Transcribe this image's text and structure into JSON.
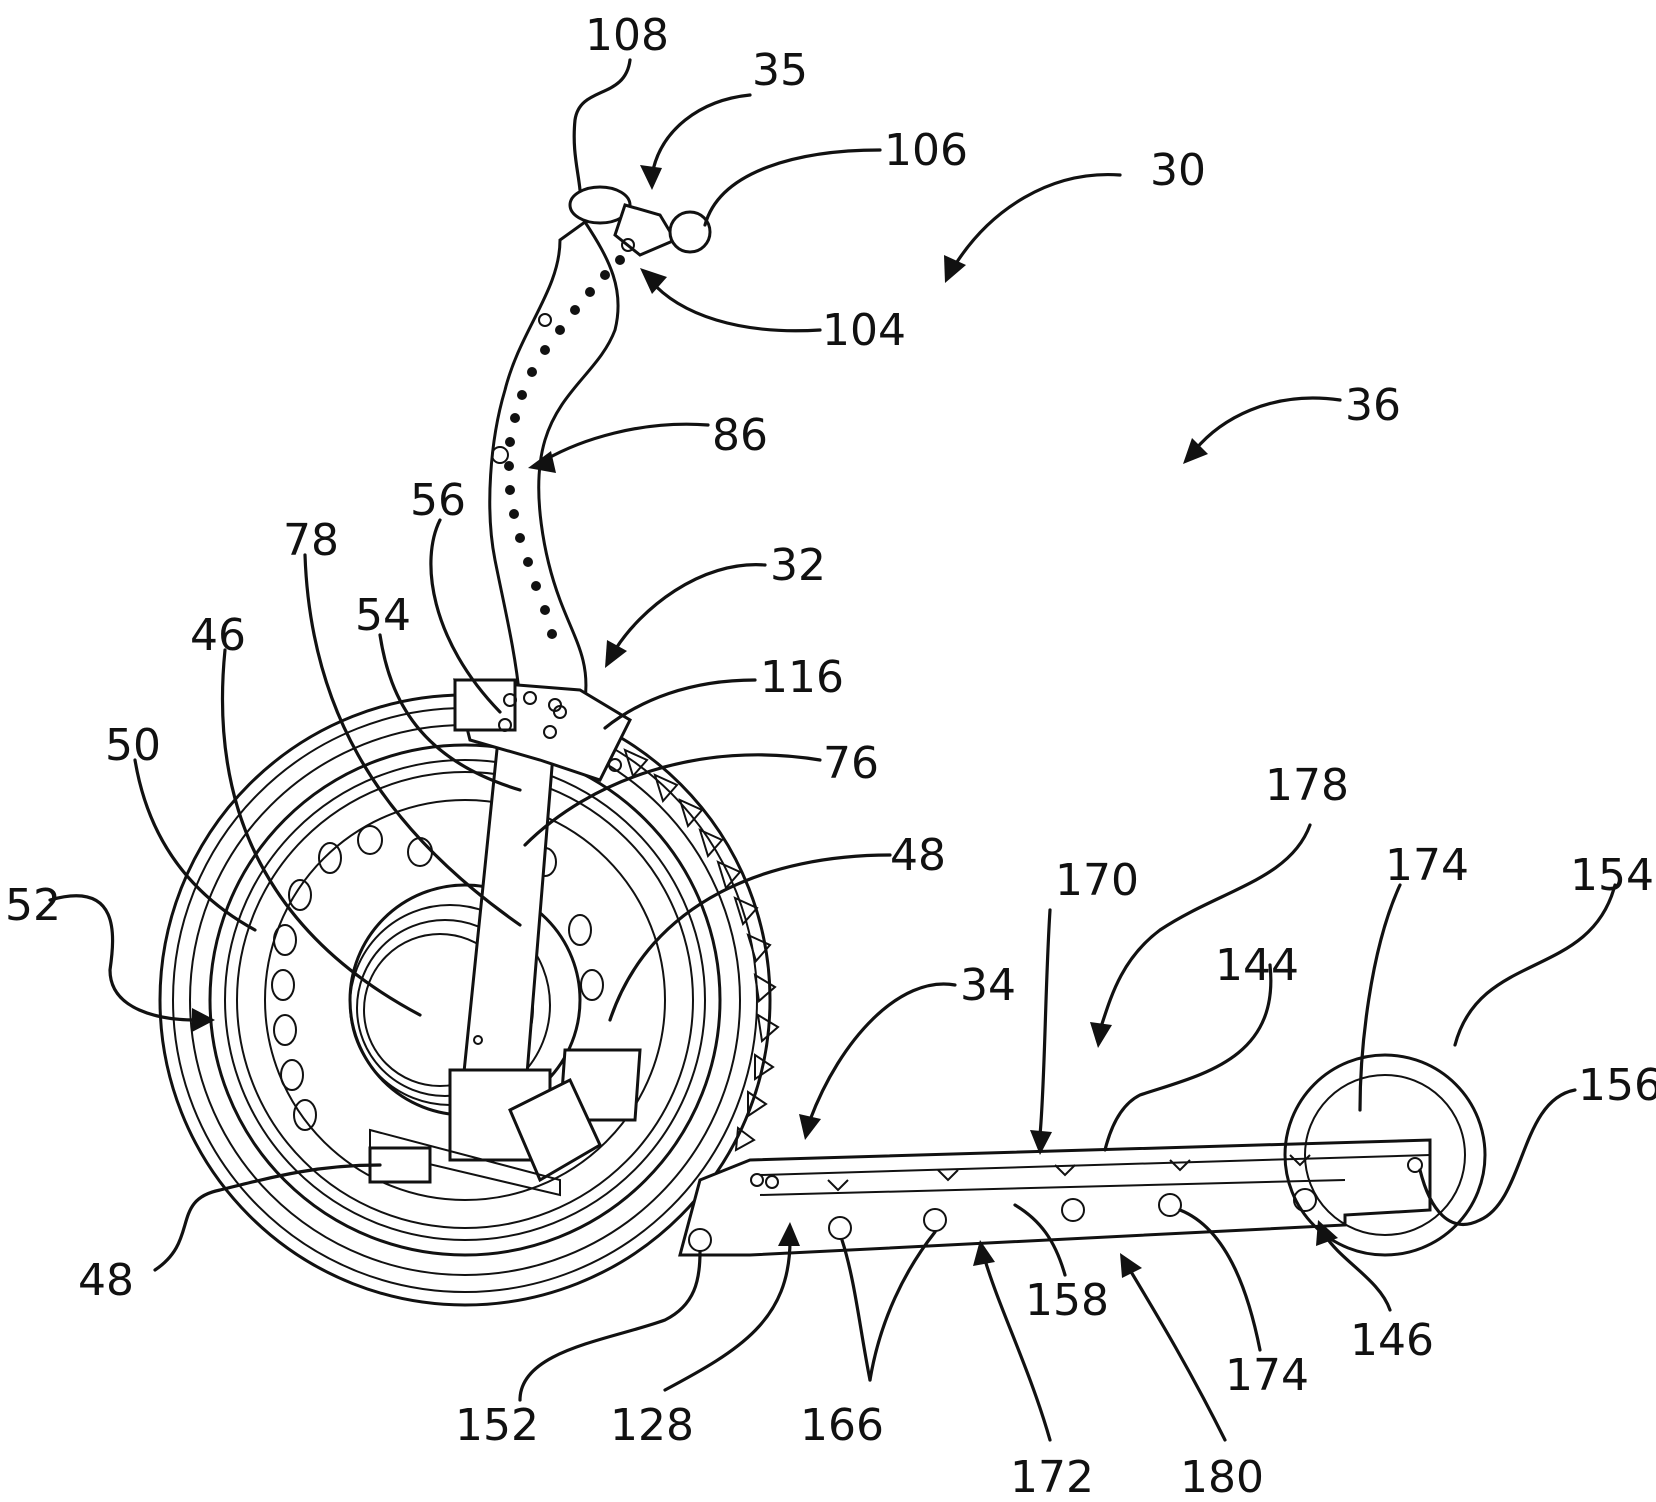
{
  "figure": {
    "labels": [
      {
        "id": "l108",
        "text": "108"
      },
      {
        "id": "l35",
        "text": "35"
      },
      {
        "id": "l106",
        "text": "106"
      },
      {
        "id": "l30",
        "text": "30"
      },
      {
        "id": "l104",
        "text": "104"
      },
      {
        "id": "l36",
        "text": "36"
      },
      {
        "id": "l86",
        "text": "86"
      },
      {
        "id": "l56",
        "text": "56"
      },
      {
        "id": "l78",
        "text": "78"
      },
      {
        "id": "l32",
        "text": "32"
      },
      {
        "id": "l54",
        "text": "54"
      },
      {
        "id": "l46",
        "text": "46"
      },
      {
        "id": "l116",
        "text": "116"
      },
      {
        "id": "l50",
        "text": "50"
      },
      {
        "id": "l76",
        "text": "76"
      },
      {
        "id": "l178",
        "text": "178"
      },
      {
        "id": "l48a",
        "text": "48"
      },
      {
        "id": "l52",
        "text": "52"
      },
      {
        "id": "l170",
        "text": "170"
      },
      {
        "id": "l174a",
        "text": "174"
      },
      {
        "id": "l154",
        "text": "154"
      },
      {
        "id": "l144",
        "text": "144"
      },
      {
        "id": "l34",
        "text": "34"
      },
      {
        "id": "l156",
        "text": "156"
      },
      {
        "id": "l48b",
        "text": "48"
      },
      {
        "id": "l158",
        "text": "158"
      },
      {
        "id": "l146",
        "text": "146"
      },
      {
        "id": "l174b",
        "text": "174"
      },
      {
        "id": "l152",
        "text": "152"
      },
      {
        "id": "l128",
        "text": "128"
      },
      {
        "id": "l166",
        "text": "166"
      },
      {
        "id": "l172",
        "text": "172"
      },
      {
        "id": "l180",
        "text": "180"
      }
    ]
  }
}
